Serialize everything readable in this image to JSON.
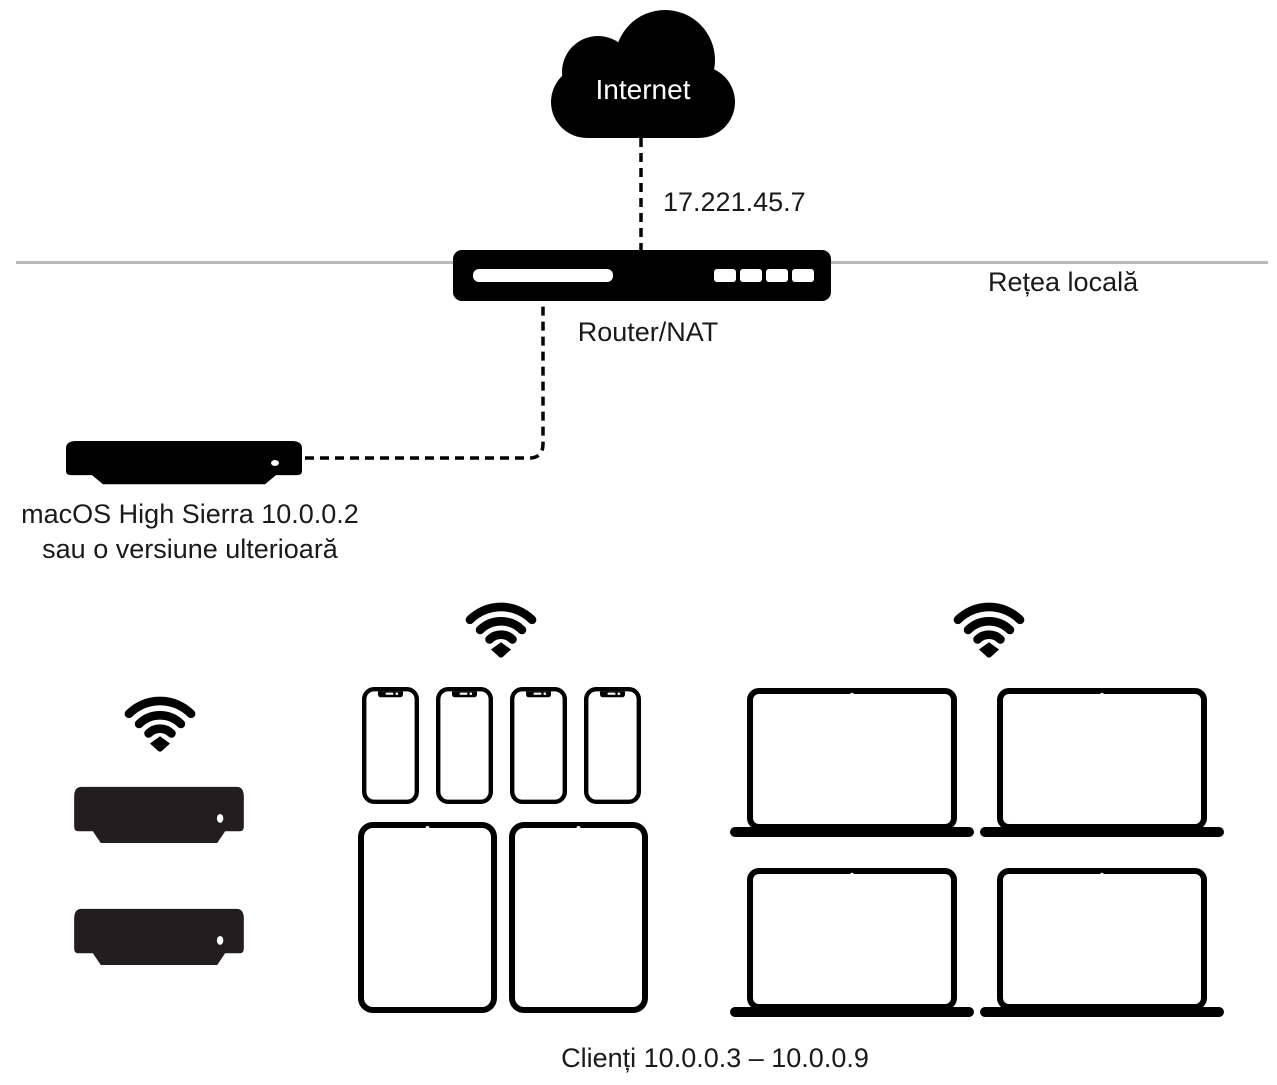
{
  "labels": {
    "internet": "Internet",
    "public_ip": "17.221.45.7",
    "local_network": "Rețea locală",
    "router": "Router/NAT",
    "server_line1": "macOS High Sierra 10.0.0.2",
    "server_line2": "sau o versiune ulterioară",
    "clients": "Clienți 10.0.0.3 – 10.0.0.9"
  },
  "icons": {
    "cloud": "internet-cloud-icon",
    "router": "router-device-icon",
    "server": "mac-mini-server-icon",
    "wifi": "wifi-icon",
    "iphone": "iphone-icon",
    "ipad": "ipad-icon",
    "macbook": "macbook-icon"
  },
  "devices": {
    "client_mac_minis": 2,
    "iphones": 4,
    "ipads": 2,
    "macbooks": 4
  },
  "colors": {
    "device_black": "#000000",
    "client_mini_gray": "#221e1f",
    "network_line_gray": "#b9babd",
    "text": "#1a1a1a",
    "background": "#ffffff"
  }
}
